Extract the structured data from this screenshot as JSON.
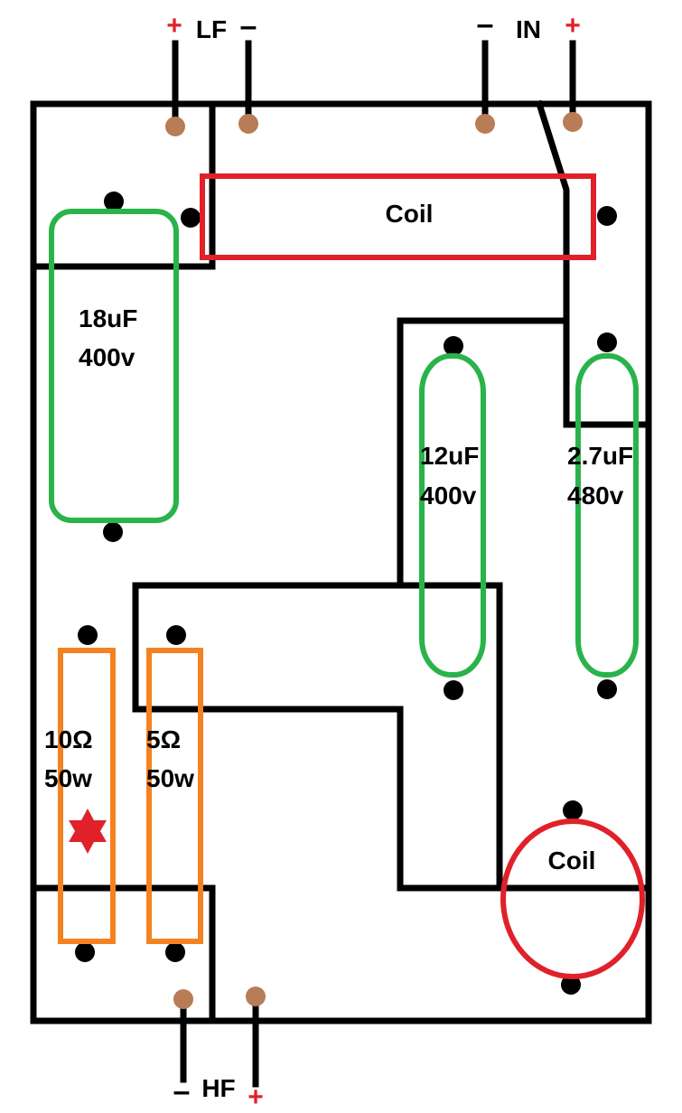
{
  "colors": {
    "trace": "#000000",
    "terminal": "#b87c56",
    "coil": "#e0212a",
    "capacitor": "#2ab34b",
    "resistor": "#f58220",
    "fault_marker": "#e0212a",
    "positive": "#e0212a",
    "negative": "#000000"
  },
  "terminals": {
    "lf": {
      "label": "LF",
      "plus": "+",
      "minus": "–"
    },
    "in": {
      "label": "IN",
      "plus": "+",
      "minus": "–"
    },
    "hf": {
      "label": "HF",
      "plus": "+",
      "minus": "–"
    }
  },
  "components": {
    "coil_top": {
      "label": "Coil"
    },
    "coil_bottom": {
      "label": "Coil"
    },
    "cap_18": {
      "value": "18uF",
      "voltage": "400v"
    },
    "cap_12": {
      "value": "12uF",
      "voltage": "400v"
    },
    "cap_27": {
      "value": "2.7uF",
      "voltage": "480v"
    },
    "res_10": {
      "value": "10Ω",
      "power": "50w"
    },
    "res_5": {
      "value": "5Ω",
      "power": "50w"
    }
  },
  "fault_marker_icon": "red-star-icon"
}
